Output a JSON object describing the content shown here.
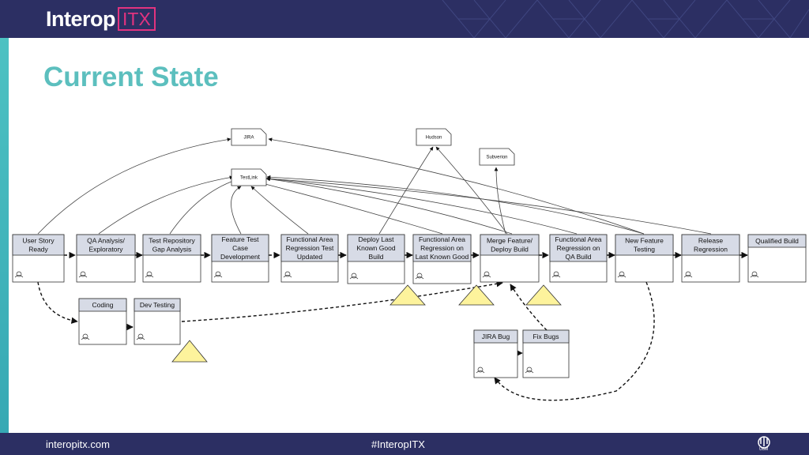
{
  "brand": {
    "logo_main": "Interop",
    "logo_itx": "ITX"
  },
  "slide": {
    "title": "Current State"
  },
  "footer": {
    "website": "interopitx.com",
    "hashtag": "#InteropITX",
    "sponsor": "UBM"
  },
  "colors": {
    "header_bg": "#2c2f63",
    "title": "#5cbfbe",
    "accent": "#e2337f",
    "box_header": "#d7dbe6",
    "inventory_triangle": "#fdf39c"
  },
  "diagram": {
    "data_stores": [
      {
        "id": "jira",
        "label": "JIRA"
      },
      {
        "id": "testlink",
        "label": "TestLink"
      },
      {
        "id": "hudson",
        "label": "Hudson"
      },
      {
        "id": "subversion",
        "label": "Subverion"
      }
    ],
    "processes": [
      {
        "id": "user-story-ready",
        "lines": [
          "User Story",
          "Ready"
        ]
      },
      {
        "id": "qa-analysis",
        "lines": [
          "QA Analysis/",
          "Exploratory"
        ]
      },
      {
        "id": "test-repo-gap",
        "lines": [
          "Test Repository",
          "Gap Analysis"
        ]
      },
      {
        "id": "feature-test-case",
        "lines": [
          "Feature Test",
          "Case",
          "Development"
        ]
      },
      {
        "id": "functional-area-regression-updated",
        "lines": [
          "Functional Area",
          "Regression Test",
          "Updated"
        ]
      },
      {
        "id": "deploy-last-known-good",
        "lines": [
          "Deploy Last",
          "Known Good",
          "Build"
        ]
      },
      {
        "id": "functional-area-regression-lkg",
        "lines": [
          "Functional Area",
          "Regression on",
          "Last Known Good"
        ]
      },
      {
        "id": "merge-feature-deploy",
        "lines": [
          "Merge Feature/",
          "Deploy Build"
        ]
      },
      {
        "id": "functional-area-regression-qa",
        "lines": [
          "Functional Area",
          "Regression on",
          "QA Build"
        ]
      },
      {
        "id": "new-feature-testing",
        "lines": [
          "New Feature",
          "Testing"
        ]
      },
      {
        "id": "release-regression",
        "lines": [
          "Release",
          "Regression"
        ]
      },
      {
        "id": "qualified-build",
        "lines": [
          "Qualified Build"
        ]
      },
      {
        "id": "coding",
        "lines": [
          "Coding"
        ]
      },
      {
        "id": "dev-testing",
        "lines": [
          "Dev Testing"
        ]
      },
      {
        "id": "jira-bug",
        "lines": [
          "JIRA Bug"
        ]
      },
      {
        "id": "fix-bugs",
        "lines": [
          "Fix Bugs"
        ]
      }
    ]
  }
}
